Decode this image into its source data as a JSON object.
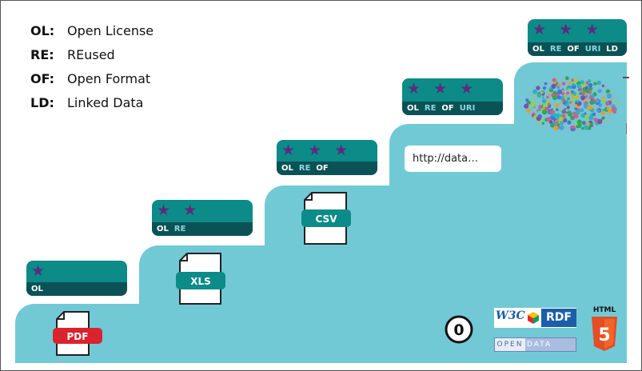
{
  "legend": [
    {
      "abbr": "OL:",
      "text": "Open License"
    },
    {
      "abbr": "RE:",
      "text": "REused"
    },
    {
      "abbr": "OF:",
      "text": "Open Format"
    },
    {
      "abbr": "LD:",
      "text": "Linked Data"
    }
  ],
  "levels": [
    {
      "stars": "★",
      "labels": [
        "OL"
      ],
      "file": "PDF"
    },
    {
      "stars": "★ ★",
      "labels": [
        "OL",
        "RE"
      ],
      "file": "XLS"
    },
    {
      "stars": "★ ★ ★",
      "labels": [
        "OL",
        "RE",
        "OF"
      ],
      "file": "CSV"
    },
    {
      "stars": "★ ★ ★ ★",
      "labels": [
        "OL",
        "RE",
        "OF",
        "URI"
      ],
      "url": "http://data…"
    },
    {
      "stars": "★ ★ ★ ★ ★",
      "labels": [
        "OL",
        "RE",
        "OF",
        "URI",
        "LD"
      ]
    }
  ],
  "logos": {
    "w3c": "W3C",
    "rdf": "RDF",
    "open_data_left": "OPEN",
    "open_data_right": "DATA",
    "html5": "HTML",
    "html5_number": "5",
    "cc_zero": "0"
  },
  "colors": {
    "stair": "#72c9d6",
    "badge": "#0c8b88",
    "badge_dark": "#0b5257",
    "star": "#5a2c7e",
    "label_white": "#ffffff",
    "label_blue": "#8fd6e0",
    "file_tag_red": "#d9232e",
    "file_tag_teal": "#0c8b88"
  }
}
